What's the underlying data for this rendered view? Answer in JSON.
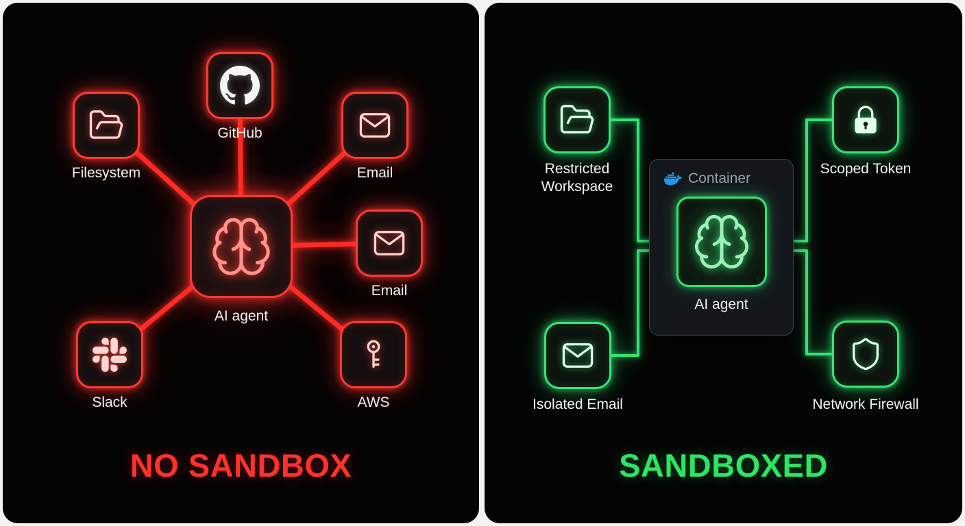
{
  "left": {
    "title": "NO SANDBOX",
    "accent_color": "#ff3a33",
    "agent": {
      "label": "AI agent",
      "icon": "brain-icon"
    },
    "nodes": [
      {
        "label": "Filesystem",
        "icon": "folder-icon"
      },
      {
        "label": "GitHub",
        "icon": "github-icon"
      },
      {
        "label": "Email",
        "icon": "mail-icon"
      },
      {
        "label": "Email",
        "icon": "mail-icon"
      },
      {
        "label": "Slack",
        "icon": "slack-icon"
      },
      {
        "label": "AWS",
        "icon": "key-icon"
      }
    ]
  },
  "right": {
    "title": "SANDBOXED",
    "accent_color": "#35e573",
    "container": {
      "label": "Container",
      "icon": "docker-icon",
      "docker_blue": "#2496ED"
    },
    "agent": {
      "label": "AI agent",
      "icon": "brain-icon"
    },
    "nodes": [
      {
        "label": "Restricted Workspace",
        "icon": "folder-icon"
      },
      {
        "label": "Scoped Token",
        "icon": "lock-icon"
      },
      {
        "label": "Isolated Email",
        "icon": "mail-icon"
      },
      {
        "label": "Network Firewall",
        "icon": "shield-icon"
      }
    ]
  }
}
